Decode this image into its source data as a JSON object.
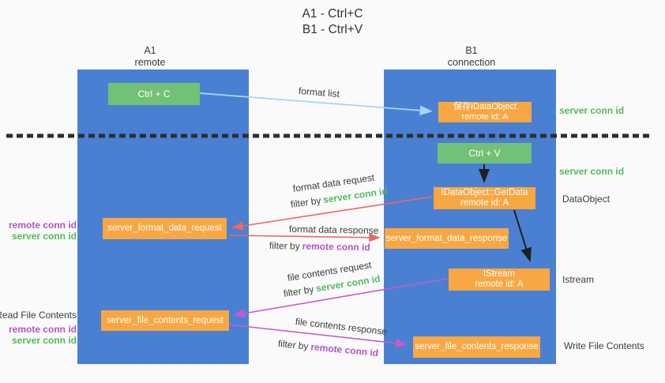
{
  "title": {
    "line1": "A1 - Ctrl+C",
    "line2": "B1 - Ctrl+V"
  },
  "columns": {
    "a1": {
      "name": "A1",
      "subtitle": "remote"
    },
    "b1": {
      "name": "B1",
      "subtitle": "connection"
    }
  },
  "nodes": {
    "ctrl_c": {
      "label": "Ctrl + C"
    },
    "ctrl_v": {
      "label": "Ctrl + V"
    },
    "save_idataobject": {
      "line1": "保存IDataObject",
      "line2": "remote id: A"
    },
    "getdata": {
      "line1": "IDataObject::GetData",
      "line2": "remote id: A"
    },
    "istream": {
      "line1": "IStream",
      "line2": "remote id: A"
    },
    "format_request": {
      "label": "server_format_data_request"
    },
    "format_response": {
      "label": "server_format_data_response"
    },
    "file_request": {
      "label": "server_file_contents_request"
    },
    "file_response": {
      "label": "server_file_contents_response"
    }
  },
  "flow": {
    "format_list": "format list",
    "format_data_request": "format data request",
    "filter_server_1": {
      "prefix": "filter by",
      "value": "server conn id"
    },
    "format_data_response": "format data response",
    "filter_remote_1": {
      "prefix": "filter by",
      "value": "remote conn id"
    },
    "file_contents_request": "file contents request",
    "filter_server_2": {
      "prefix": "filter by",
      "value": "server conn id"
    },
    "file_contents_response": "file contents response",
    "filter_remote_2": {
      "prefix": "filter by",
      "value": "remote conn id"
    }
  },
  "side_labels": {
    "left": {
      "remote_conn_id_1": "remote conn id",
      "server_conn_id_1": "server conn id",
      "read_file": "Read File Contents",
      "remote_conn_id_2": "remote conn id",
      "server_conn_id_2": "server conn id"
    },
    "right": {
      "server_conn_id_1": "server conn id",
      "server_conn_id_2": "server conn id",
      "dataobject": "DataObject",
      "istream": "Istream",
      "write_file": "Write File Contents"
    }
  },
  "colors": {
    "lane_blue": "#4a80d2",
    "box_green": "#73c077",
    "box_orange": "#f8a742",
    "server_conn_green": "#53b95c",
    "remote_conn_purple": "#b055c5",
    "request_arrow_red": "#ed685e",
    "file_arrow_purple": "#c45ec6",
    "format_list_arrow_blue": "#a9d4f0",
    "black_arrow": "#1f1f1f",
    "separator_dash": "#2e2e2e",
    "background": "#fafafa"
  }
}
